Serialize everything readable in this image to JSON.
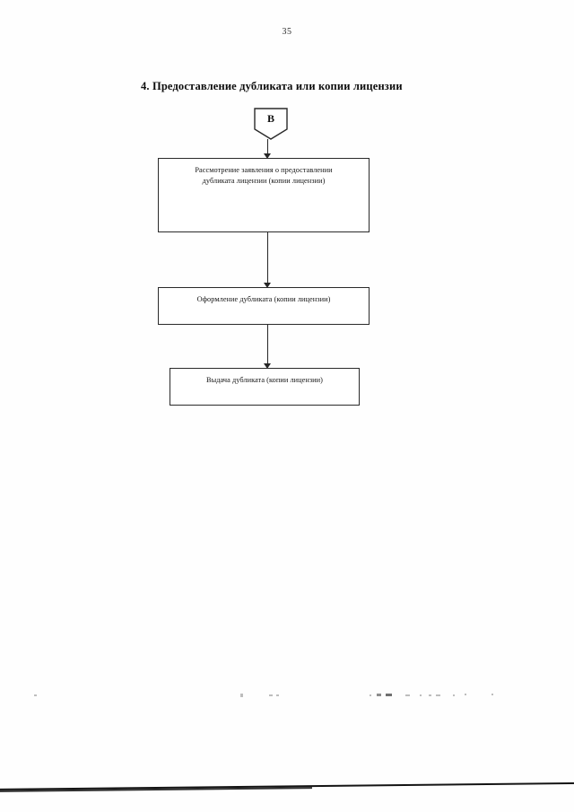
{
  "document": {
    "page_number": "35",
    "section_title": "4. Предоставление дубликата или копии лицензии"
  },
  "flowchart": {
    "connector": {
      "shape": "pentagon-connector",
      "label": "B"
    },
    "nodes": [
      {
        "id": "review",
        "shape": "rectangle",
        "line1": "Рассмотрение заявления о предоставлении",
        "line2": "дубликата лицензии (копии лицензии)"
      },
      {
        "id": "issue",
        "shape": "rectangle",
        "line1": "Оформление дубликата (копии лицензии)",
        "line2": ""
      },
      {
        "id": "deliver",
        "shape": "rectangle",
        "line1": "Выдача дубликата (копии лицензии)",
        "line2": ""
      }
    ],
    "arrows": [
      {
        "id": "connector-to-review",
        "direction": "down"
      },
      {
        "id": "review-to-issue",
        "direction": "down"
      },
      {
        "id": "issue-to-deliver",
        "direction": "down"
      }
    ]
  },
  "colors": {
    "paper": "#fefefe",
    "ink": "#1a1a1a",
    "stroke": "#2a2a2a",
    "artifact": "#bdbdbd"
  }
}
